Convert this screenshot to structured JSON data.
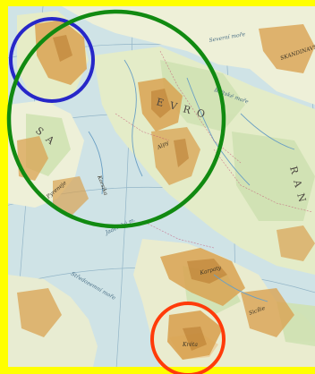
{
  "map": {
    "frame_color": "#ffff00",
    "water_color": "#cfe3e6",
    "land_color": "#eef0d8",
    "lowland_color": "#cfe2b2",
    "highland_color": "#d9a352",
    "labels": {
      "corner_top_right": "SKANDINAVS",
      "region_letters_1": "E V R O",
      "region_letters_2": "S A",
      "vertical_right": "R A N",
      "sea_north": "Severní moře",
      "sea_baltic": "Baltské moře",
      "sea_mid": "Jaderské m.",
      "sea_south": "Středozemní moře",
      "mountains_1": "Alpy",
      "mountains_2": "Karpaty",
      "mountains_3": "Pyreneje",
      "place_1": "Korsika",
      "place_2": "Sicílie",
      "place_3": "Kréta"
    }
  },
  "annotations": [
    {
      "name": "blue-circle",
      "color": "#2727c8"
    },
    {
      "name": "green-circle",
      "color": "#118a11"
    },
    {
      "name": "red-circle",
      "color": "#ff3b0a"
    }
  ]
}
